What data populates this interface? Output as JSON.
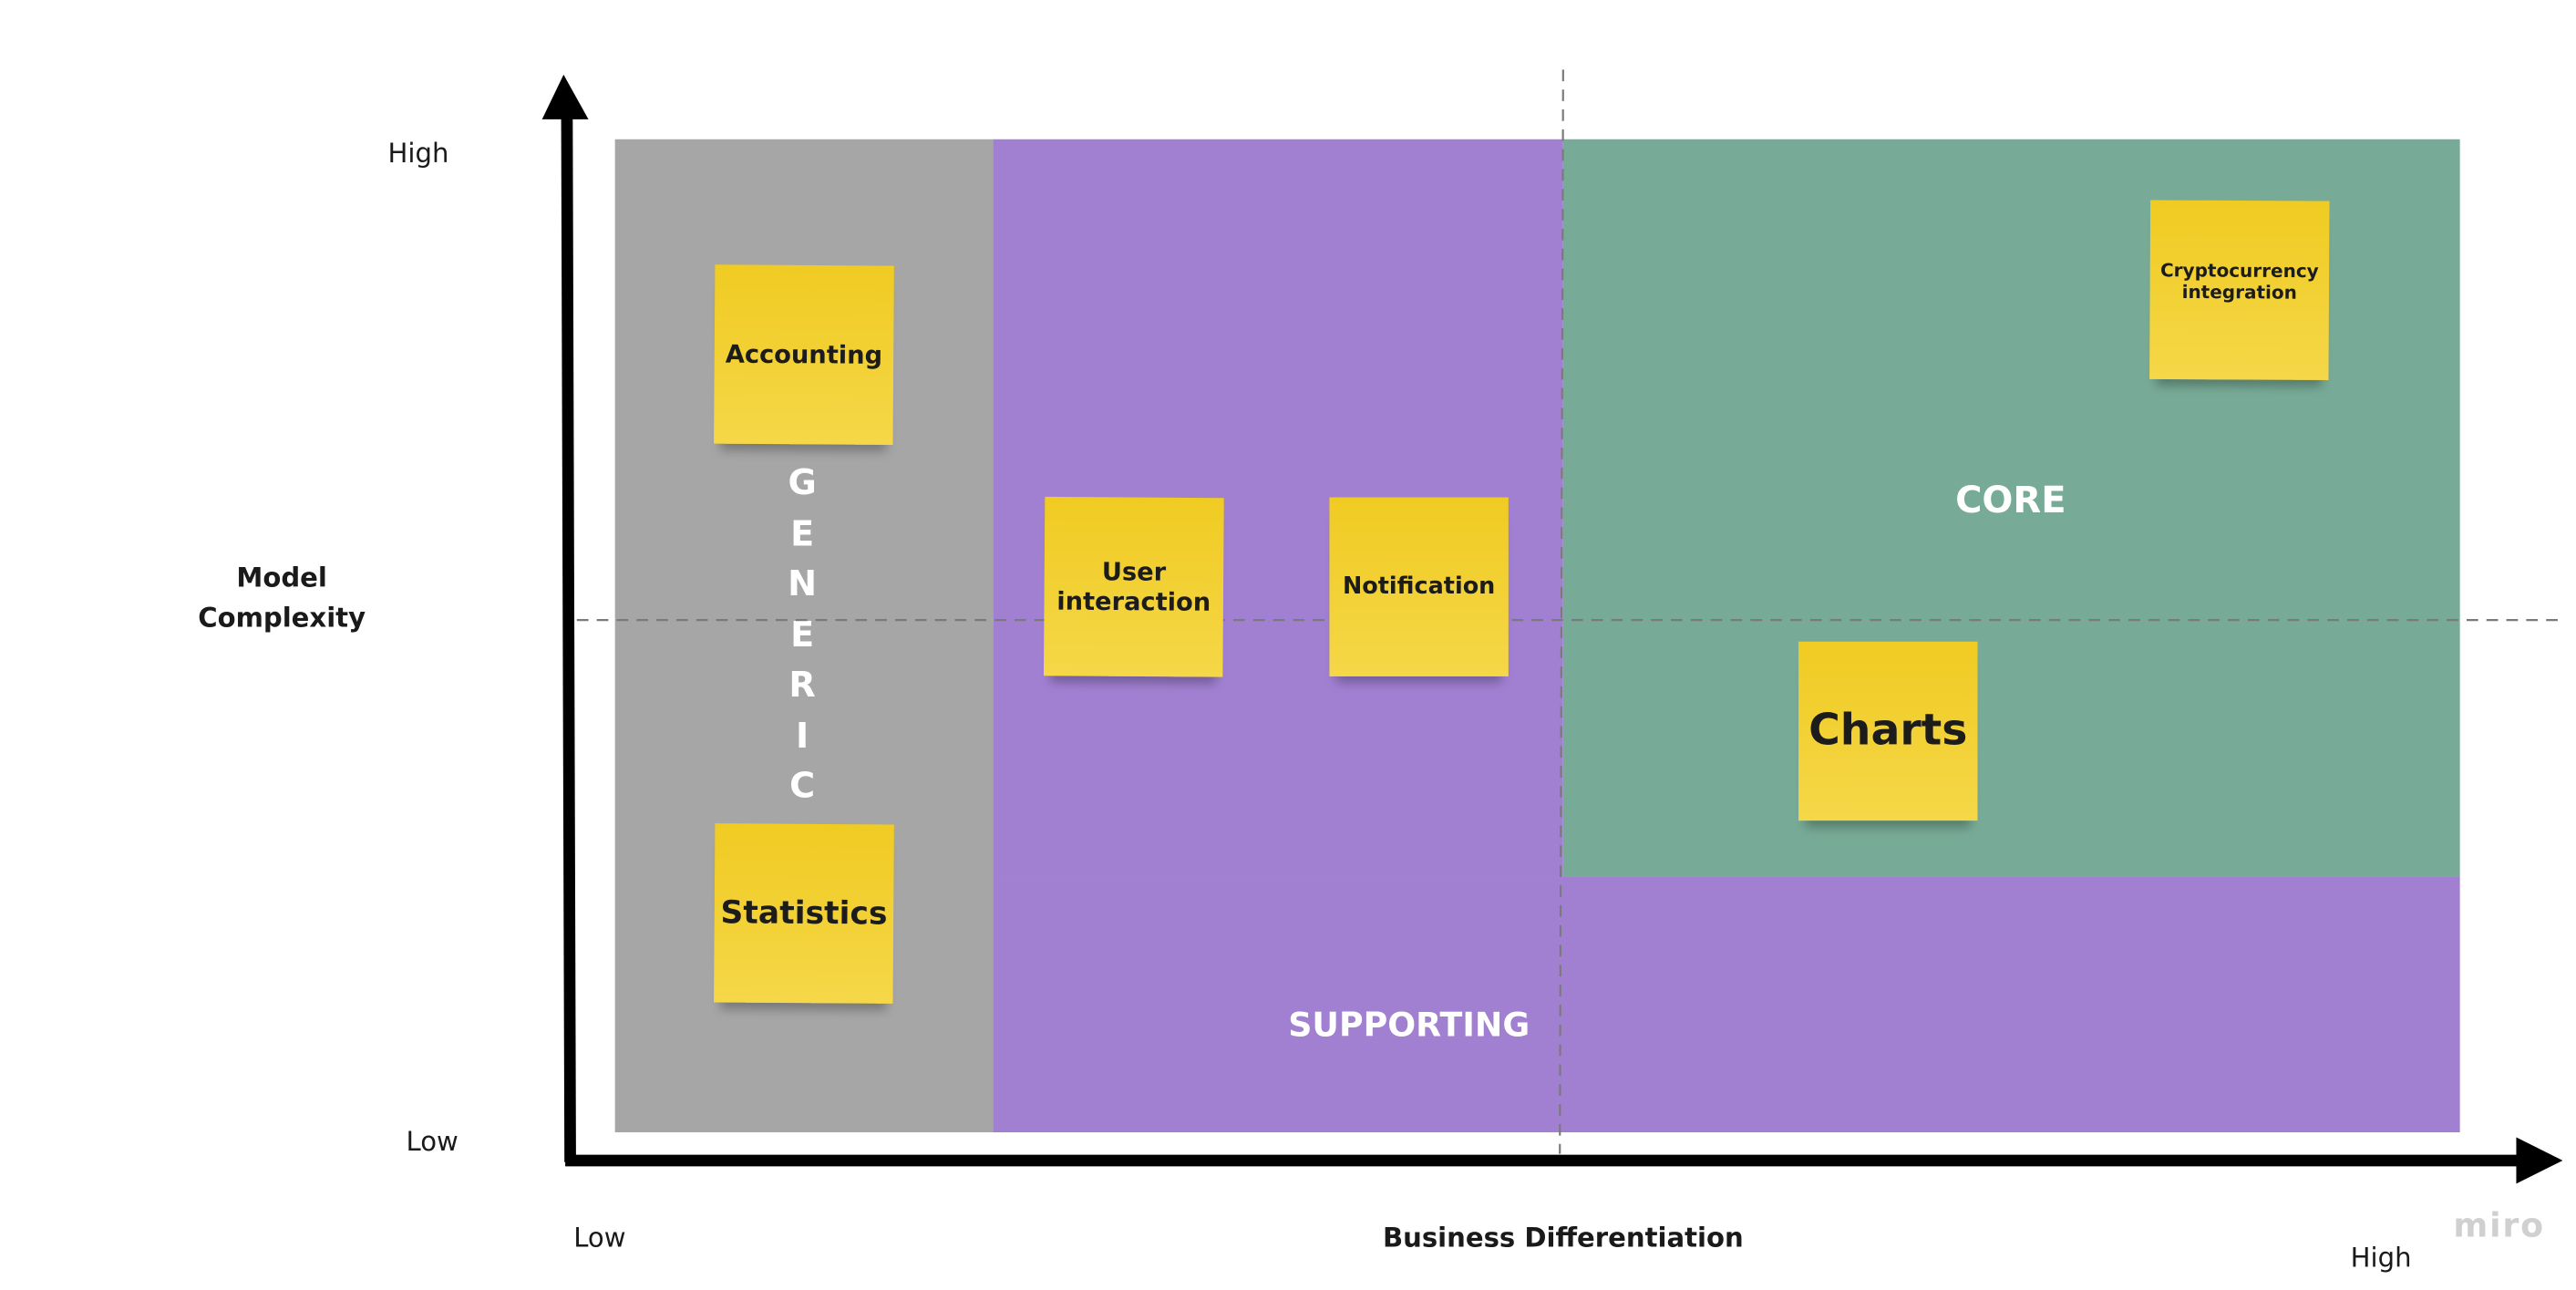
{
  "y_axis": {
    "title_line1": "Model",
    "title_line2": "Complexity",
    "high_label": "High",
    "low_label": "Low"
  },
  "x_axis": {
    "title": "Business Differentiation",
    "low_label": "Low",
    "high_label": "High"
  },
  "zones": {
    "generic": [
      "G",
      "E",
      "N",
      "E",
      "R",
      "I",
      "C"
    ],
    "supporting": "SUPPORTING",
    "core": "CORE"
  },
  "stickies": {
    "accounting": "Accounting",
    "statistics": "Statistics",
    "user_interaction_line1": "User",
    "user_interaction_line2": "interaction",
    "notification": "Notification",
    "charts": "Charts",
    "crypto_line1": "Cryptocurrency",
    "crypto_line2": "integration"
  },
  "watermark": "miro",
  "colors": {
    "generic": "#a6a6a6",
    "supporting": "#a180d2",
    "core": "#78ab97",
    "sticky": "#f3d031"
  }
}
